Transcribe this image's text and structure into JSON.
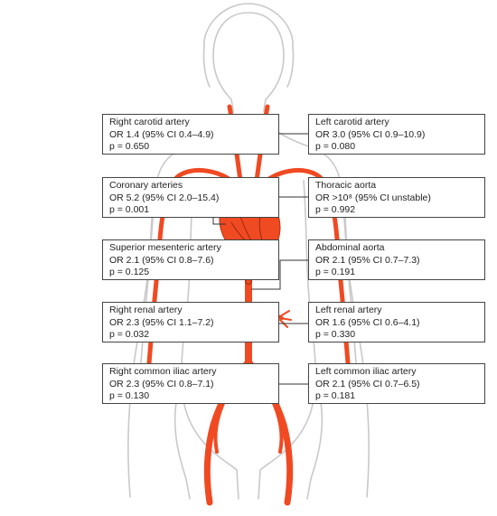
{
  "colors": {
    "artery": "#f04a22",
    "body_outline": "#c9c9c9",
    "box_border": "#444444",
    "text": "#222222"
  },
  "labels": {
    "right_carotid": {
      "name": "Right carotid artery",
      "or": "OR 1.4 (95% CI 0.4–4.9)",
      "p": "p = 0.650"
    },
    "left_carotid": {
      "name": "Left carotid artery",
      "or": "OR 3.0 (95% CI 0.9–10.9)",
      "p": "p = 0.080"
    },
    "coronary": {
      "name": "Coronary arteries",
      "or": "OR 5.2 (95% CI 2.0–15.4)",
      "p": "p = 0.001"
    },
    "thoracic_aorta": {
      "name": "Thoracic aorta",
      "or": "OR >10⁸ (95% CI unstable)",
      "p": "p = 0.992"
    },
    "superior_mesenteric": {
      "name": "Superior mesenteric artery",
      "or": "OR 2.1 (95% CI 0.8–7.6)",
      "p": "p = 0.125"
    },
    "abdominal_aorta": {
      "name": "Abdominal aorta",
      "or": "OR 2.1 (95% CI 0.7–7.3)",
      "p": "p = 0.191"
    },
    "right_renal": {
      "name": "Right renal artery",
      "or": "OR 2.3 (95% CI 1.1–7.2)",
      "p": "p = 0.032"
    },
    "left_renal": {
      "name": "Left renal artery",
      "or": "OR 1.6 (95% CI 0.6–4.1)",
      "p": "p = 0.330"
    },
    "right_common_iliac": {
      "name": "Right common iliac artery",
      "or": "OR 2.3 (95% CI 0.8–7.1)",
      "p": "p = 0.130"
    },
    "left_common_iliac": {
      "name": "Left common iliac artery",
      "or": "OR 2.1 (95% CI 0.7–6.5)",
      "p": "p = 0.181"
    }
  }
}
